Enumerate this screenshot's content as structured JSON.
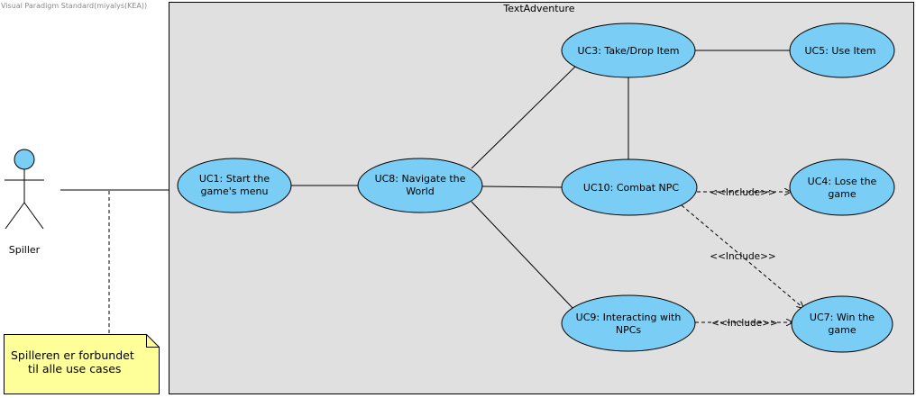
{
  "watermark": "Visual Paradigm Standard(miyalys(KEA))",
  "system": {
    "name": "TextAdventure"
  },
  "actor": {
    "name": "Spiller"
  },
  "note": {
    "lines": [
      "Spilleren er forbundet",
      "til alle use cases"
    ]
  },
  "use_cases": {
    "uc1": {
      "lines": [
        "UC1: Start the",
        "game's menu"
      ]
    },
    "uc8": {
      "lines": [
        "UC8: Navigate the",
        "World"
      ]
    },
    "uc3": {
      "lines": [
        "UC3: Take/Drop Item"
      ]
    },
    "uc5": {
      "lines": [
        "UC5: Use Item"
      ]
    },
    "uc10": {
      "lines": [
        "UC10: Combat NPC"
      ]
    },
    "uc4": {
      "lines": [
        "UC4: Lose the",
        "game"
      ]
    },
    "uc9": {
      "lines": [
        "UC9: Interacting with",
        "NPCs"
      ]
    },
    "uc7": {
      "lines": [
        "UC7: Win the",
        "game"
      ]
    }
  },
  "relations": {
    "include_uc10_uc4": "<<Include>>",
    "include_uc10_uc7": "<<Include>>",
    "include_uc9_uc7": "<<Include>>"
  },
  "colors": {
    "system_fill": "#e0e0e0",
    "use_case_fill": "#7acdf4",
    "note_fill": "#ffff99",
    "line": "#000000"
  }
}
